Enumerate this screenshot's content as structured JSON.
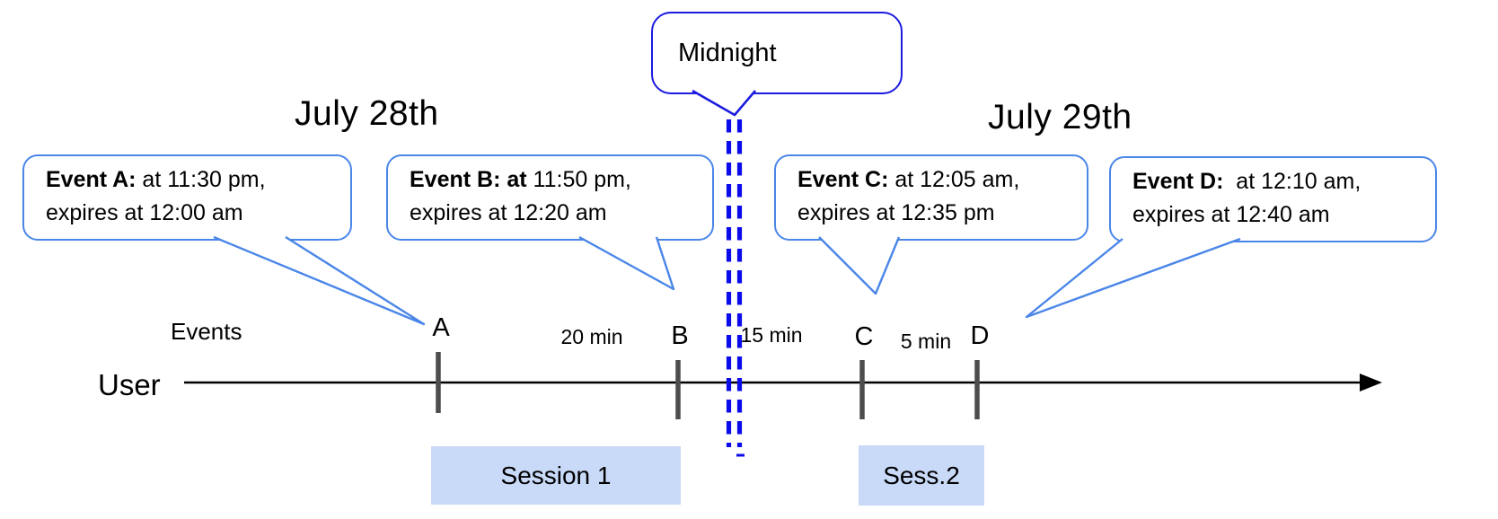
{
  "colors": {
    "callout_border": "#4a86e8",
    "midnight_border": "#1b1be0",
    "dash_blue": "#0b0bec",
    "timeline": "#000000",
    "tick": "#4d4d4d",
    "session_fill": "#c9daf8",
    "text": "#000000"
  },
  "diagram": {
    "date_left": "July 28th",
    "date_right": "July 29th",
    "midnight_label": "Midnight",
    "axis": {
      "events_label": "Events",
      "user_label": "User"
    },
    "callouts": [
      {
        "event": "A",
        "bold": "Event A:",
        "rest": " at 11:30 pm,",
        "line2": "expires at 12:00 am"
      },
      {
        "event": "B",
        "bold": "Event B: at",
        "rest": " 11:50 pm,",
        "line2": "expires at 12:20 am"
      },
      {
        "event": "C",
        "bold": "Event C:",
        "rest": " at 12:05 am,",
        "line2": "expires at 12:35 pm"
      },
      {
        "event": "D",
        "bold": "Event D:",
        "rest": "  at 12:10 am,",
        "line2": "expires at 12:40 am"
      }
    ],
    "ticks": [
      {
        "label": "A"
      },
      {
        "label": "B"
      },
      {
        "label": "C"
      },
      {
        "label": "D"
      }
    ],
    "intervals": [
      {
        "label": "20 min"
      },
      {
        "label": "15 min"
      },
      {
        "label": "5 min"
      }
    ],
    "sessions": [
      {
        "label": "Session 1"
      },
      {
        "label": "Sess.2"
      }
    ]
  }
}
